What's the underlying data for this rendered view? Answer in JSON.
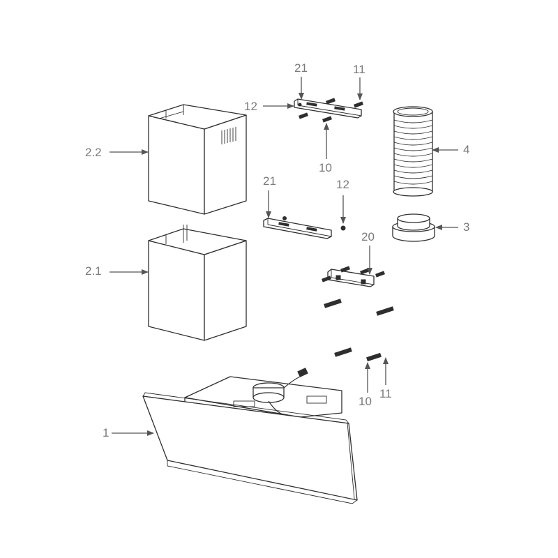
{
  "labels": {
    "l_2_2": "2.2",
    "l_2_1": "2.1",
    "l_1": "1",
    "l_21_top": "21",
    "l_11_top": "11",
    "l_12_top": "12",
    "l_10_top": "10",
    "l_4": "4",
    "l_21_mid": "21",
    "l_12_mid": "12",
    "l_3": "3",
    "l_20": "20",
    "l_10_bot": "10",
    "l_11_bot": "11"
  }
}
